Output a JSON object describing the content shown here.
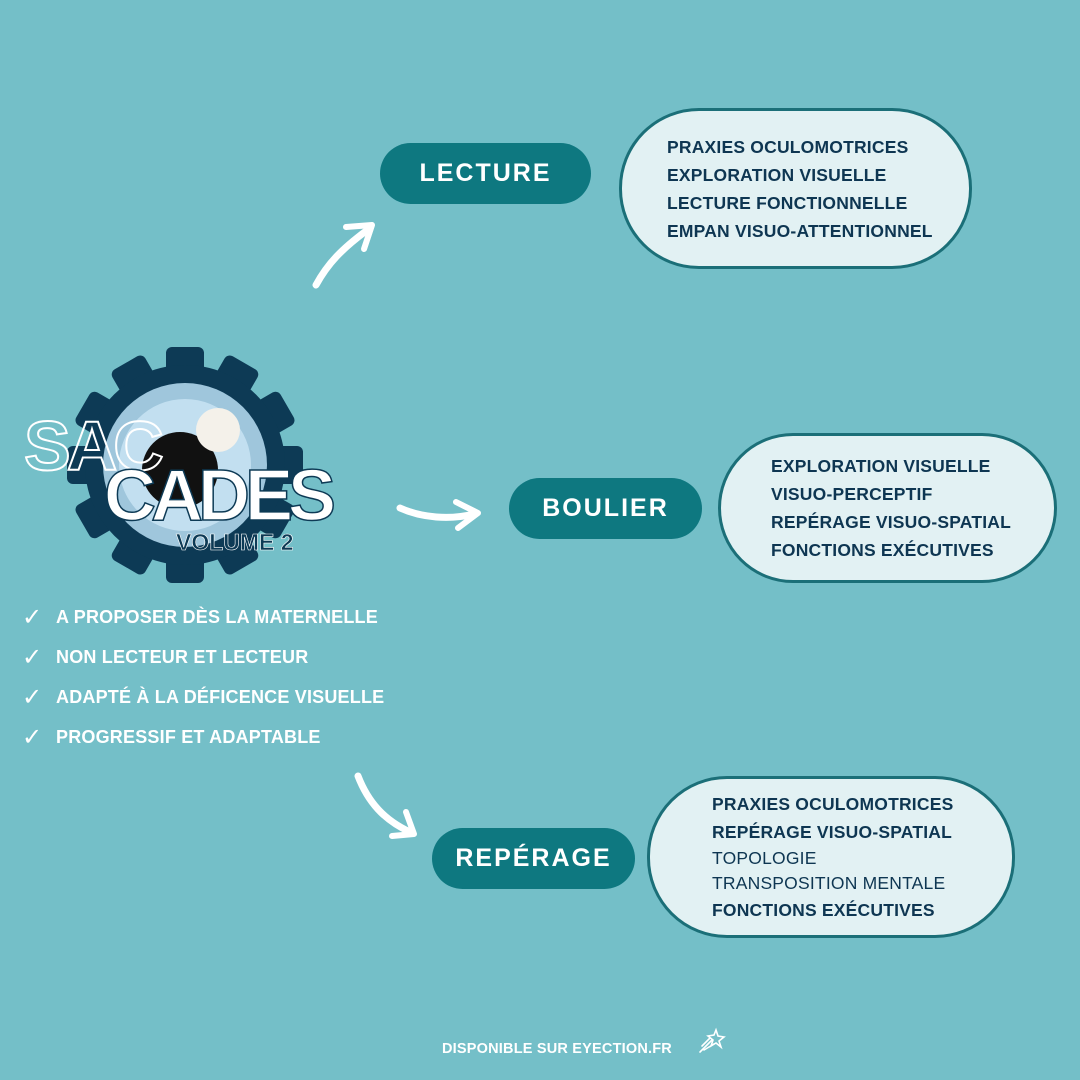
{
  "logo": {
    "word_top": "SAC",
    "word_main": "CADES",
    "subtitle": "VOLUME 2",
    "colors": {
      "gear": "#0d3a55",
      "disc": "#b7d8ea",
      "pupil": "#111111"
    }
  },
  "branches": [
    {
      "label": "LECTURE",
      "items": [
        {
          "text": "PRAXIES OCULOMOTRICES",
          "bold": true
        },
        {
          "text": "EXPLORATION VISUELLE",
          "bold": true
        },
        {
          "text": "LECTURE FONCTIONNELLE",
          "bold": true
        },
        {
          "text": "EMPAN VISUO-ATTENTIONNEL",
          "bold": true
        }
      ]
    },
    {
      "label": "BOULIER",
      "items": [
        {
          "text": "EXPLORATION VISUELLE",
          "bold": true
        },
        {
          "text": "VISUO-PERCEPTIF",
          "bold": true
        },
        {
          "text": "REPÉRAGE VISUO-SPATIAL",
          "bold": true
        },
        {
          "text": "FONCTIONS EXÉCUTIVES",
          "bold": true
        }
      ]
    },
    {
      "label": "REPÉRAGE",
      "items": [
        {
          "text": "PRAXIES OCULOMOTRICES",
          "bold": true
        },
        {
          "text": "REPÉRAGE VISUO-SPATIAL",
          "bold": true
        },
        {
          "text": "TOPOLOGIE",
          "bold": false
        },
        {
          "text": "TRANSPOSITION MENTALE",
          "bold": false
        },
        {
          "text": "FONCTIONS EXÉCUTIVES",
          "bold": true
        }
      ]
    }
  ],
  "features": [
    "A PROPOSER DÈS LA MATERNELLE",
    "NON LECTEUR ET LECTEUR",
    "ADAPTÉ À LA DÉFICENCE VISUELLE",
    "PROGRESSIF ET ADAPTABLE"
  ],
  "footer": "DISPONIBLE SUR EYECTION.FR",
  "icons": {
    "check": "checkmark-icon",
    "arrow": "curved-arrow-icon",
    "footer": "comet-icon"
  },
  "colors": {
    "background": "#74bfc8",
    "pill": "#0e7880",
    "card": "#e2f1f3",
    "card_border": "#1b6f78",
    "card_text": "#0e3652"
  }
}
